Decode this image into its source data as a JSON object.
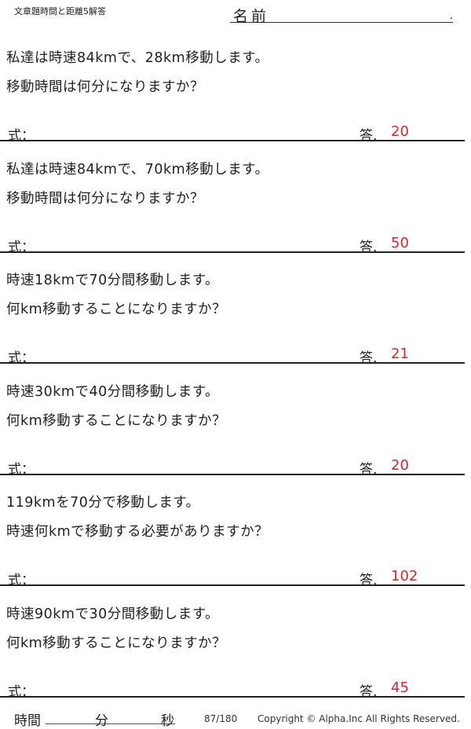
{
  "header": {
    "title": "文章題時間と距離5解答",
    "name_label": "名前",
    "name_dot": "."
  },
  "problems": [
    {
      "line1": "私達は時速84kmで、28km移動します。",
      "line2": "移動時間は何分になりますか？",
      "formula_label": "式：",
      "answer_label": "答.",
      "answer": "20"
    },
    {
      "line1": "私達は時速84kmで、70km移動します。",
      "line2": "移動時間は何分になりますか？",
      "formula_label": "式：",
      "answer_label": "答.",
      "answer": "50"
    },
    {
      "line1": "時速18kmで70分間移動します。",
      "line2": "何km移動することになりますか？",
      "formula_label": "式：",
      "answer_label": "答.",
      "answer": "21"
    },
    {
      "line1": "時速30kmで40分間移動します。",
      "line2": "何km移動することになりますか？",
      "formula_label": "式：",
      "answer_label": "答.",
      "answer": "20"
    },
    {
      "line1": "119kmを70分で移動します。",
      "line2": "時速何kmで移動する必要がありますか？",
      "formula_label": "式：",
      "answer_label": "答.",
      "answer": "102"
    },
    {
      "line1": "時速90kmで30分間移動します。",
      "line2": "何km移動することになりますか？",
      "formula_label": "式：",
      "answer_label": "答.",
      "answer": "45"
    }
  ],
  "footer": {
    "time_label": "時間",
    "min_label": "分",
    "sec_label": "秒",
    "page": "87/180",
    "copyright": "Copyright ©  Alpha.Inc All Rights Reserved."
  },
  "colors": {
    "answer": "#e8202a"
  }
}
